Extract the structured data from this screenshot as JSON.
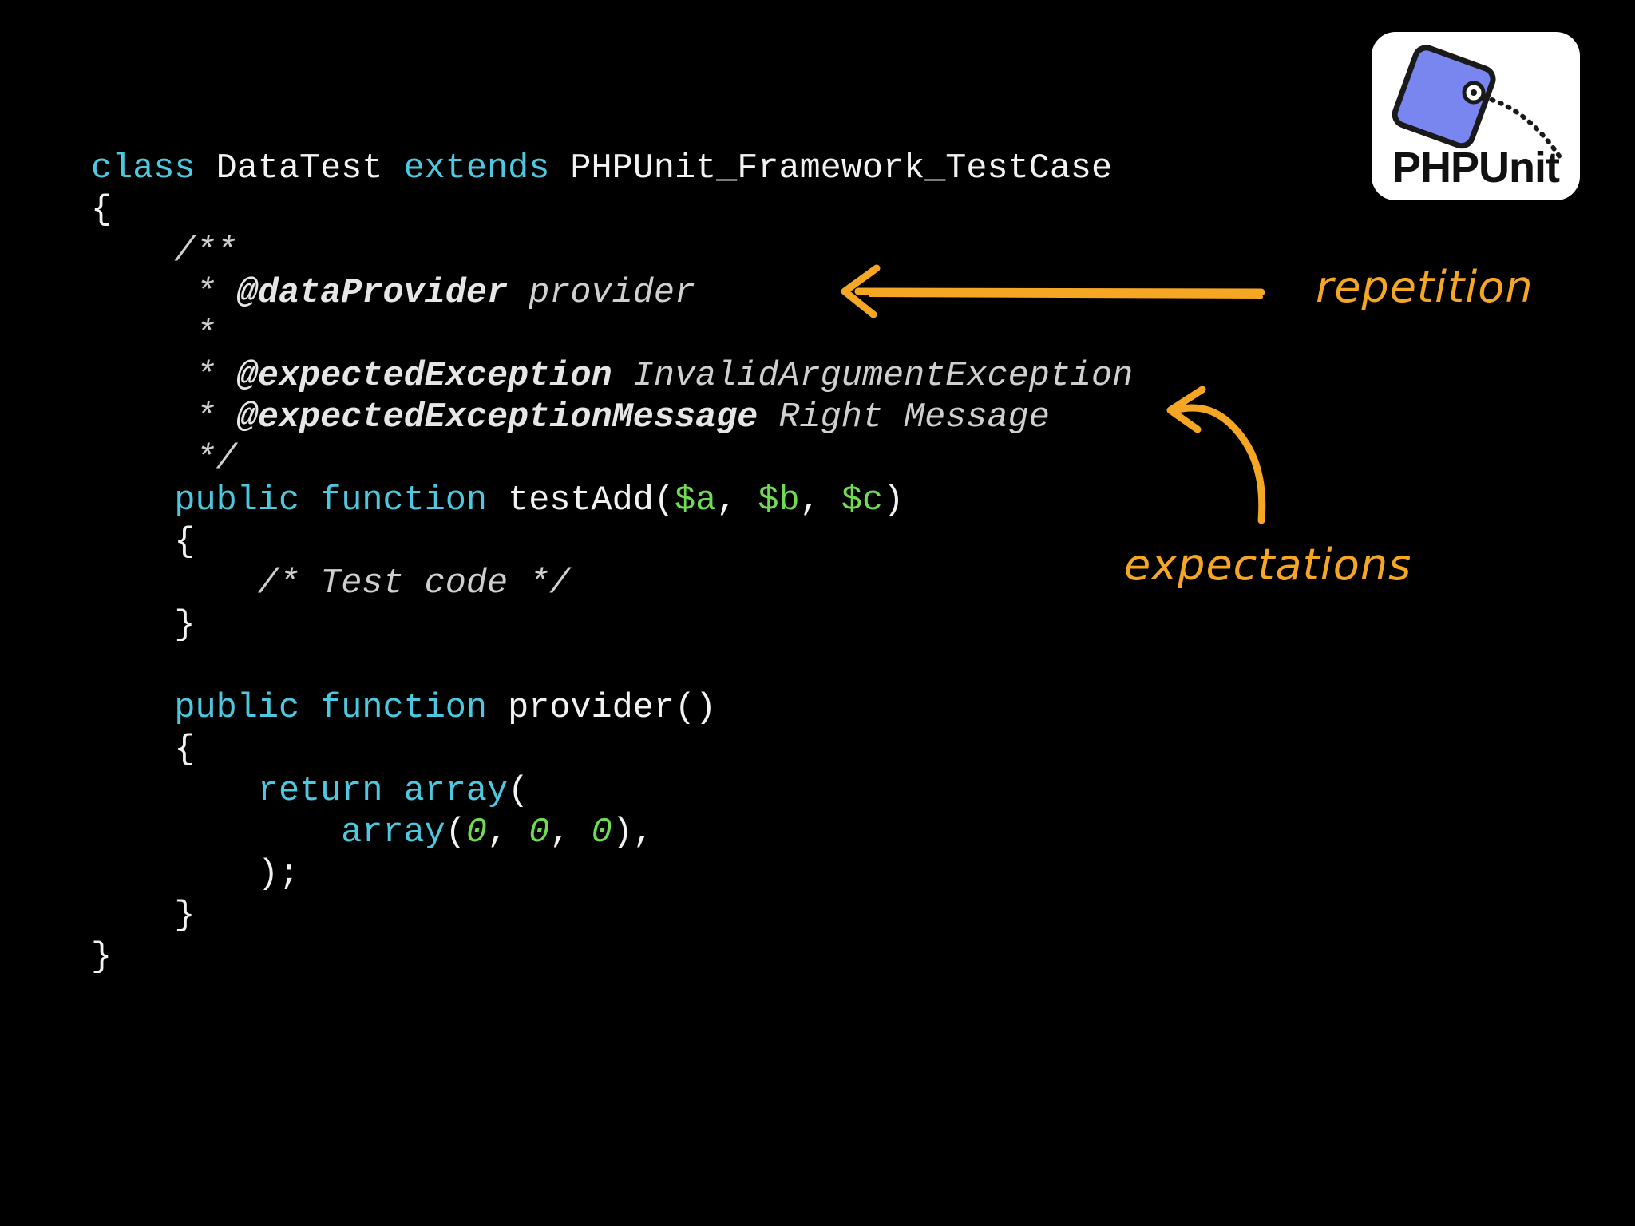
{
  "code": {
    "lines": [
      [
        {
          "t": "class",
          "c": "kw"
        },
        {
          "t": " DataTest ",
          "c": "plain"
        },
        {
          "t": "extends",
          "c": "kw"
        },
        {
          "t": " PHPUnit_Framework_TestCase",
          "c": "plain"
        }
      ],
      [
        {
          "t": "{",
          "c": "plain"
        }
      ],
      [
        {
          "t": "    /**",
          "c": "cm"
        }
      ],
      [
        {
          "t": "     * ",
          "c": "cm"
        },
        {
          "t": "@dataProvider",
          "c": "tag"
        },
        {
          "t": " provider",
          "c": "cm"
        }
      ],
      [
        {
          "t": "     *",
          "c": "cm"
        }
      ],
      [
        {
          "t": "     * ",
          "c": "cm"
        },
        {
          "t": "@expectedException",
          "c": "tag"
        },
        {
          "t": " InvalidArgumentException",
          "c": "cm"
        }
      ],
      [
        {
          "t": "     * ",
          "c": "cm"
        },
        {
          "t": "@expectedExceptionMessage",
          "c": "tag"
        },
        {
          "t": " Right Message",
          "c": "cm"
        }
      ],
      [
        {
          "t": "     */",
          "c": "cm"
        }
      ],
      [
        {
          "t": "    ",
          "c": "plain"
        },
        {
          "t": "public",
          "c": "kw"
        },
        {
          "t": " ",
          "c": "plain"
        },
        {
          "t": "function",
          "c": "kw"
        },
        {
          "t": " testAdd(",
          "c": "plain"
        },
        {
          "t": "$a",
          "c": "var"
        },
        {
          "t": ", ",
          "c": "plain"
        },
        {
          "t": "$b",
          "c": "var"
        },
        {
          "t": ", ",
          "c": "plain"
        },
        {
          "t": "$c",
          "c": "var"
        },
        {
          "t": ")",
          "c": "plain"
        }
      ],
      [
        {
          "t": "    {",
          "c": "plain"
        }
      ],
      [
        {
          "t": "        /* Test code */",
          "c": "cm"
        }
      ],
      [
        {
          "t": "    }",
          "c": "plain"
        }
      ],
      [
        {
          "t": "",
          "c": "plain"
        }
      ],
      [
        {
          "t": "    ",
          "c": "plain"
        },
        {
          "t": "public",
          "c": "kw"
        },
        {
          "t": " ",
          "c": "plain"
        },
        {
          "t": "function",
          "c": "kw"
        },
        {
          "t": " provider()",
          "c": "plain"
        }
      ],
      [
        {
          "t": "    {",
          "c": "plain"
        }
      ],
      [
        {
          "t": "        ",
          "c": "plain"
        },
        {
          "t": "return",
          "c": "kw"
        },
        {
          "t": " ",
          "c": "plain"
        },
        {
          "t": "array",
          "c": "kw"
        },
        {
          "t": "(",
          "c": "plain"
        }
      ],
      [
        {
          "t": "            ",
          "c": "plain"
        },
        {
          "t": "array",
          "c": "kw"
        },
        {
          "t": "(",
          "c": "plain"
        },
        {
          "t": "0",
          "c": "num"
        },
        {
          "t": ", ",
          "c": "plain"
        },
        {
          "t": "0",
          "c": "num"
        },
        {
          "t": ", ",
          "c": "plain"
        },
        {
          "t": "0",
          "c": "num"
        },
        {
          "t": "),",
          "c": "plain"
        }
      ],
      [
        {
          "t": "        );",
          "c": "plain"
        }
      ],
      [
        {
          "t": "    }",
          "c": "plain"
        }
      ],
      [
        {
          "t": "}",
          "c": "plain"
        }
      ]
    ]
  },
  "logo": {
    "text": "PHPUnit",
    "icon": "phpunit-logo-icon"
  },
  "annotations": {
    "repetition": "repetition",
    "expectations": "expectations"
  },
  "colors": {
    "background": "#000000",
    "keyword": "#4cc9e0",
    "variable": "#6fdc52",
    "comment": "#cfcfcf",
    "text": "#f2f2f2",
    "annotation": "#f5a623"
  }
}
